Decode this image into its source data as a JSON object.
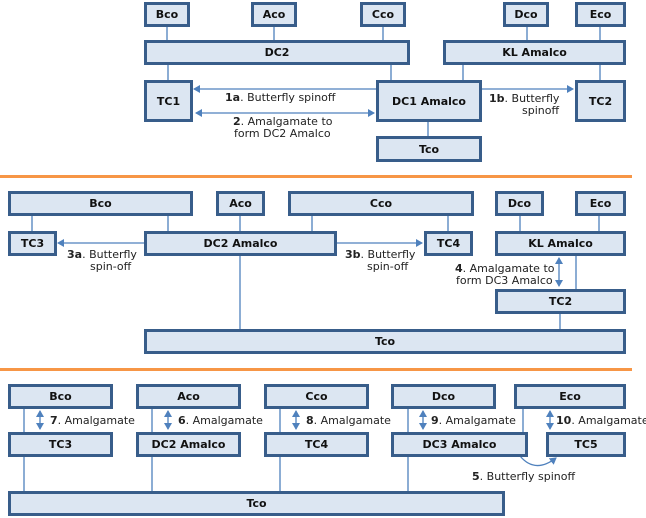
{
  "diagram": {
    "colors": {
      "box_fill": "#dce6f2",
      "box_border": "#385d8a",
      "connector": "#4f81bd",
      "separator": "#f79646"
    },
    "step1": {
      "boxes": {
        "bco": "Bco",
        "aco": "Aco",
        "cco": "Cco",
        "dco": "Dco",
        "eco": "Eco",
        "dc2": "DC2",
        "kl_amalco": "KL Amalco",
        "tc1": "TC1",
        "dc1_amalco": "DC1 Amalco",
        "tc2": "TC2",
        "tco": "Tco"
      },
      "labels": {
        "l1a_num": "1a",
        "l1a_text": ". Butterfly spinoff",
        "l2_num": "2",
        "l2_text": ". Amalgamate to",
        "l2_text2": "form DC2 Amalco",
        "l1b_num": "1b",
        "l1b_text": ". Butterfly",
        "l1b_text2": "spinoff"
      }
    },
    "step2": {
      "boxes": {
        "bco": "Bco",
        "aco": "Aco",
        "cco": "Cco",
        "dco": "Dco",
        "eco": "Eco",
        "tc3": "TC3",
        "dc2_amalco": "DC2 Amalco",
        "tc4": "TC4",
        "kl_amalco": "KL Amalco",
        "tc2": "TC2",
        "tco": "Tco"
      },
      "labels": {
        "l3a_num": "3a",
        "l3a_text": ". Butterfly",
        "l3a_text2": "spin-off",
        "l3b_num": "3b",
        "l3b_text": ". Butterfly",
        "l3b_text2": "spin-off",
        "l4_num": "4",
        "l4_text": ". Amalgamate to",
        "l4_text2": "form DC3 Amalco"
      }
    },
    "step3": {
      "boxes": {
        "bco": "Bco",
        "aco": "Aco",
        "cco": "Cco",
        "dco": "Dco",
        "eco": "Eco",
        "tc3": "TC3",
        "dc2_amalco": "DC2 Amalco",
        "tc4": "TC4",
        "dc3_amalco": "DC3 Amalco",
        "tc5": "TC5",
        "tco": "Tco"
      },
      "labels": {
        "l7_num": "7",
        "l7_text": ". Amalgamate",
        "l6_num": "6",
        "l6_text": ". Amalgamate",
        "l8_num": "8",
        "l8_text": ". Amalgamate",
        "l9_num": "9",
        "l9_text": ". Amalgamate",
        "l10_num": "10",
        "l10_text": ". Amalgamate",
        "l5_num": "5",
        "l5_text": ". Butterfly spinoff"
      }
    }
  }
}
